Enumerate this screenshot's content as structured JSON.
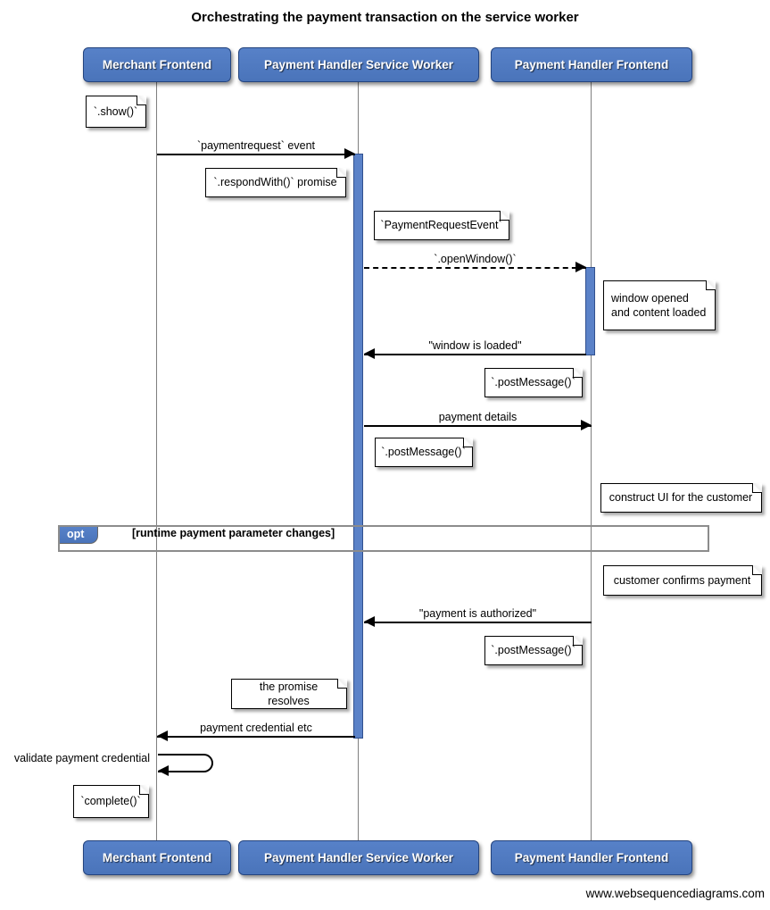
{
  "diagram": {
    "title": "Orchestrating the payment transaction on the service worker",
    "footer": "www.websequencediagrams.com"
  },
  "actors": [
    {
      "label": "Merchant Frontend"
    },
    {
      "label": "Payment Handler Service Worker"
    },
    {
      "label": "Payment Handler Frontend"
    }
  ],
  "messages": [
    {
      "label": "`paymentrequest` event",
      "type": "solid",
      "from": "Merchant Frontend",
      "to": "Payment Handler Service Worker"
    },
    {
      "label": "`.openWindow()`",
      "type": "dashed",
      "from": "Payment Handler Service Worker",
      "to": "Payment Handler Frontend"
    },
    {
      "label": "\"window is loaded\"",
      "type": "solid",
      "from": "Payment Handler Frontend",
      "to": "Payment Handler Service Worker"
    },
    {
      "label": "payment details",
      "type": "solid",
      "from": "Payment Handler Service Worker",
      "to": "Payment Handler Frontend"
    },
    {
      "label": "\"payment is authorized\"",
      "type": "solid",
      "from": "Payment Handler Frontend",
      "to": "Payment Handler Service Worker"
    },
    {
      "label": "payment credential etc",
      "type": "solid",
      "from": "Payment Handler Service Worker",
      "to": "Merchant Frontend"
    },
    {
      "label": "validate payment credential",
      "type": "self",
      "from": "Merchant Frontend",
      "to": "Merchant Frontend"
    }
  ],
  "notes": [
    {
      "text": "`.show()`"
    },
    {
      "text": "`.respondWith()` promise"
    },
    {
      "text": "`PaymentRequestEvent`"
    },
    {
      "text": "window opened and content loaded"
    },
    {
      "text": "`.postMessage()`"
    },
    {
      "text": "`.postMessage()`"
    },
    {
      "text": "construct UI for the customer"
    },
    {
      "text": "customer confirms payment"
    },
    {
      "text": "`.postMessage()`"
    },
    {
      "text": "the promise resolves"
    },
    {
      "text": "`complete()`"
    }
  ],
  "fragment": {
    "operator": "opt",
    "guard": "[runtime payment parameter changes]"
  },
  "colors": {
    "actor_fill": "#4e7ac1",
    "actor_border": "#24447e",
    "activation_fill": "#5b82c8",
    "activation_border": "#31508e",
    "lifeline": "#7f7f7f",
    "frame_border": "#8c8c8c"
  }
}
